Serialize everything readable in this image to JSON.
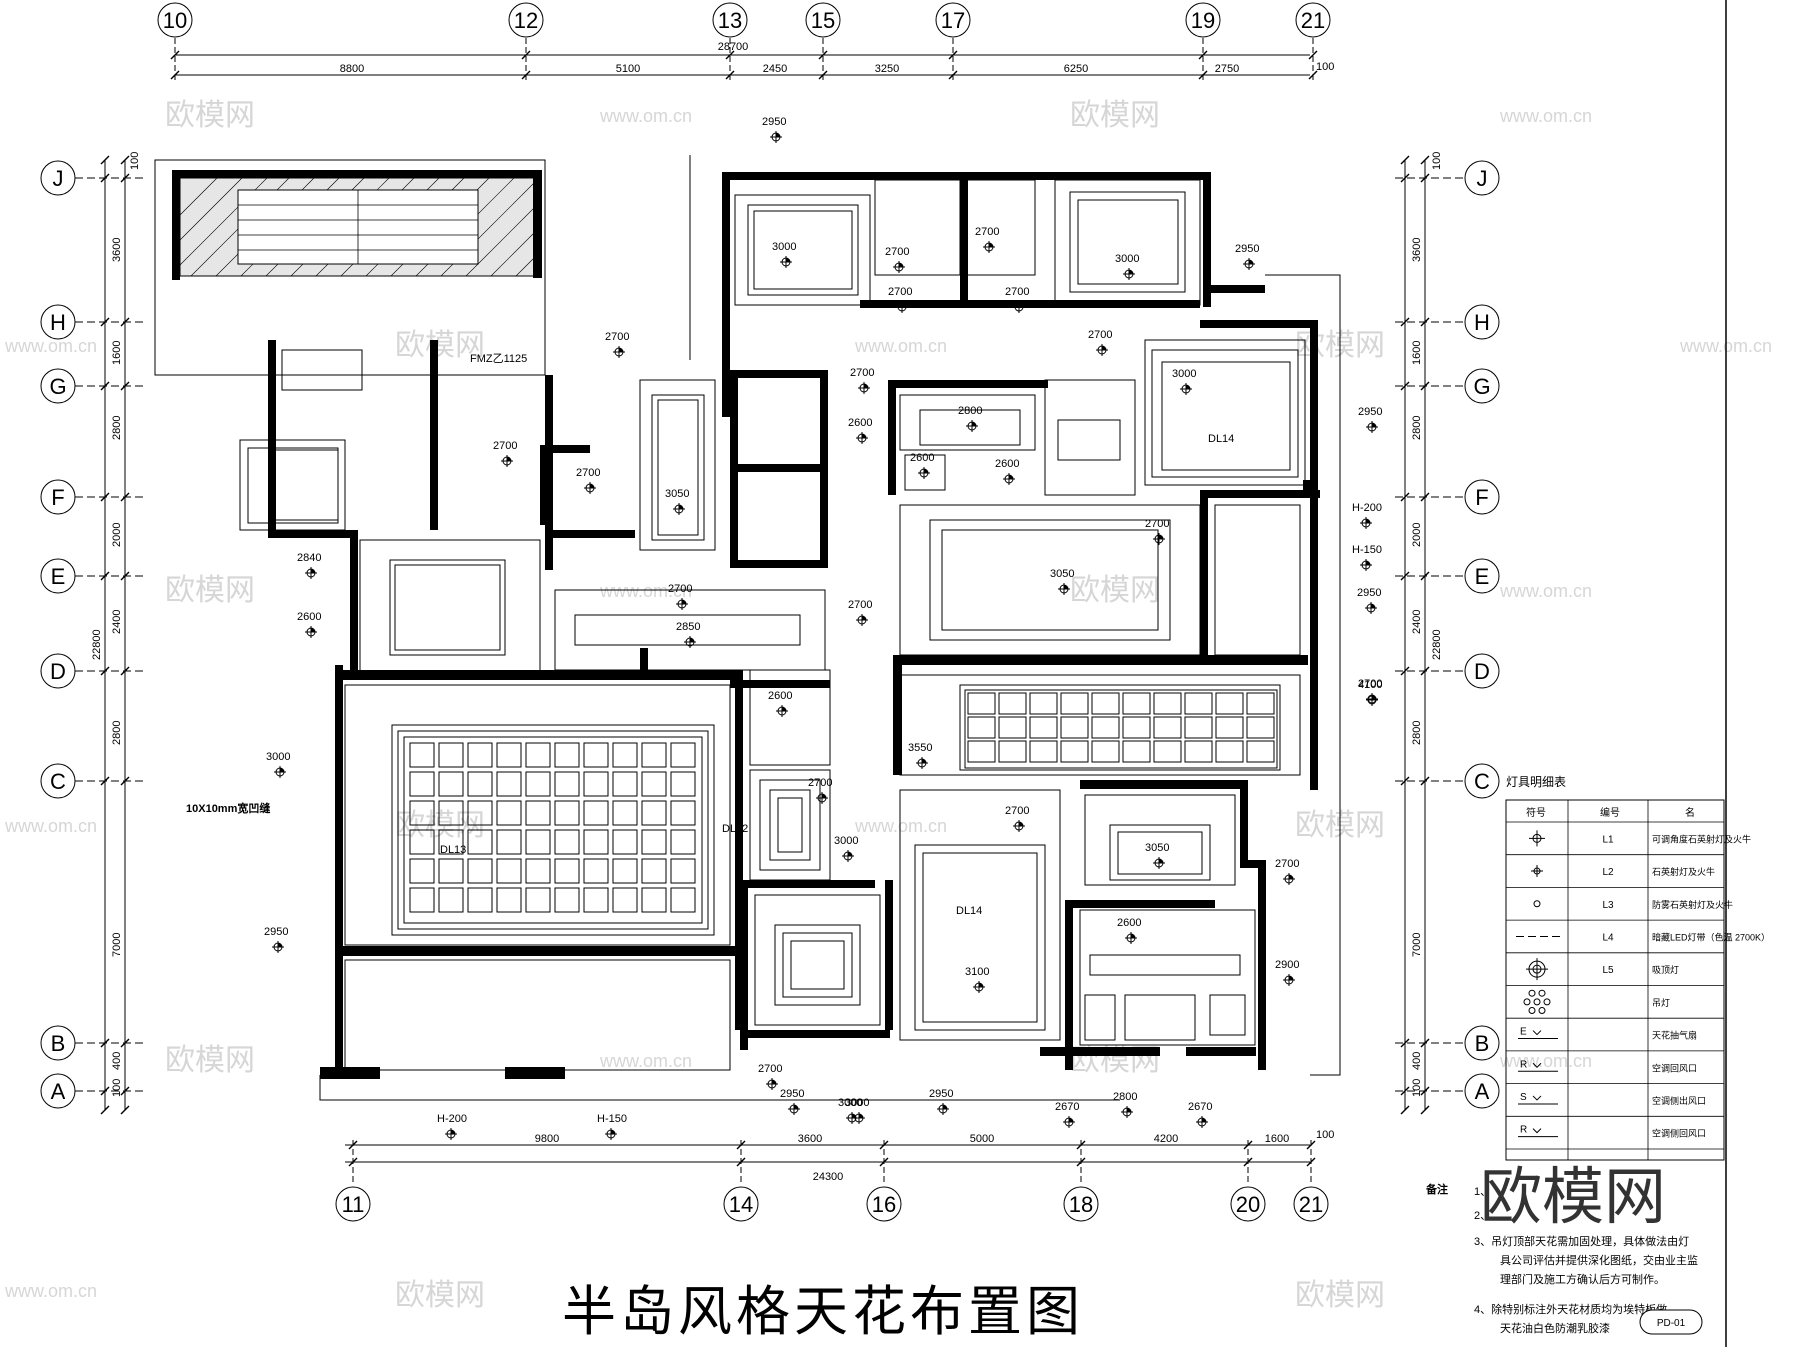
{
  "title": "半岛风格天花布置图",
  "sheet_no": "PD-01",
  "watermark": {
    "brand": "欧模网",
    "url": "www.om.cn"
  },
  "axes": {
    "top": [
      "10",
      "12",
      "13",
      "15",
      "17",
      "19",
      "21"
    ],
    "bottom": [
      "11",
      "14",
      "16",
      "18",
      "20",
      "21"
    ],
    "rows": [
      "J",
      "H",
      "G",
      "F",
      "E",
      "D",
      "C",
      "B",
      "A"
    ]
  },
  "dimensions": {
    "top_total": "28700",
    "top": [
      "8800",
      "5100",
      "2450",
      "3250",
      "6250",
      "2750"
    ],
    "top_tail": "100",
    "bottom_total": "24300",
    "bottom": [
      "9800",
      "3600",
      "5000",
      "4200",
      "1600"
    ],
    "bottom_tail": "100",
    "left_total": "22800",
    "left": [
      "100",
      "3600",
      "1600",
      "2800",
      "2000",
      "2400",
      "2800",
      "7000",
      "400",
      "100"
    ],
    "right_total": "22800",
    "right": [
      "100",
      "3600",
      "1600",
      "2800",
      "2000",
      "2400",
      "2800",
      "7000",
      "400",
      "100"
    ]
  },
  "labels": {
    "fmz": "FMZ乙1125",
    "groove": "10X10mm宽凹缝",
    "dl13": "DL13",
    "dl14a": "DL14",
    "dl14b": "DL14",
    "dl12": "DL12"
  },
  "heights": [
    "2950",
    "2700",
    "2700",
    "2700",
    "2700",
    "2700",
    "3000",
    "3000",
    "2950",
    "2700",
    "2700",
    "2700",
    "2600",
    "2800",
    "3000",
    "2600",
    "2600",
    "2950",
    "2700",
    "3050",
    "2700",
    "H-200",
    "H-150",
    "2840",
    "2600",
    "2700",
    "2850",
    "3050",
    "2700",
    "2950",
    "2600",
    "2700",
    "3000",
    "3550",
    "4100",
    "2700",
    "2700",
    "3050",
    "3000",
    "2700",
    "2950",
    "2600",
    "3100",
    "2900",
    "2700",
    "2950",
    "3000",
    "2950",
    "2670",
    "2800",
    "2670",
    "H-200",
    "H-150",
    "3000"
  ],
  "legend": {
    "title": "灯具明细表",
    "headers": [
      "符号",
      "编号",
      "名"
    ],
    "rows": [
      {
        "code": "L1",
        "name": "可调角度石英射灯及火牛"
      },
      {
        "code": "L2",
        "name": "石英射灯及火牛"
      },
      {
        "code": "L3",
        "name": "防雾石英射灯及火牛"
      },
      {
        "code": "L4",
        "name": "暗藏LED灯带（色温 2700K）"
      },
      {
        "code": "L5",
        "name": "吸顶灯"
      },
      {
        "code": "",
        "name": "吊灯"
      },
      {
        "code": "",
        "name": "天花抽气扇"
      },
      {
        "code": "",
        "name": "空调回风口"
      },
      {
        "code": "",
        "name": "空调侧出风口"
      },
      {
        "code": "",
        "name": "空调侧回风口"
      }
    ],
    "symbol_letters": [
      "E",
      "R",
      "S",
      "R"
    ]
  },
  "notes": {
    "heading": "备注",
    "lines": [
      "1、",
      "2、",
      "3、吊灯顶部天花需加固处理，具体做法由灯",
      "具公司评估并提供深化图纸，交由业主监",
      "理部门及施工方确认后方可制作。",
      "4、除特别标注外天花材质均为埃特板做",
      "天花油白色防潮乳胶漆"
    ]
  }
}
